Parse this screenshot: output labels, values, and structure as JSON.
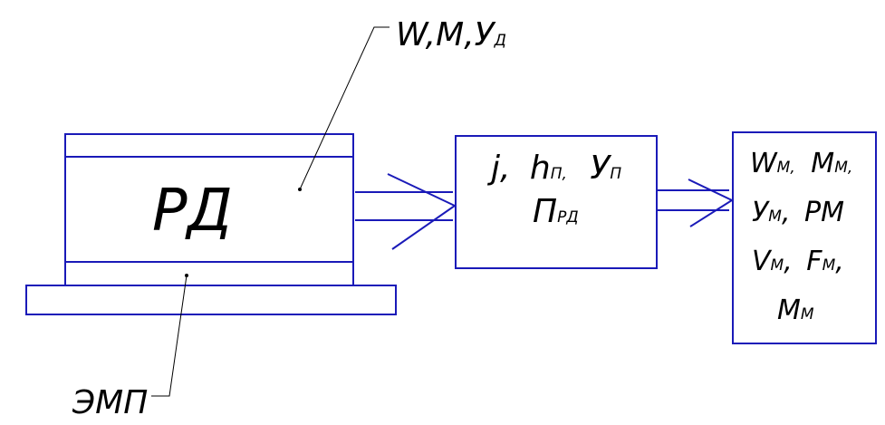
{
  "diagram": {
    "rd_block": {
      "label": "РД"
    },
    "rd_callout": {
      "w": "W",
      "m": "M",
      "u": "У",
      "u_sub": "Д",
      "comma": ","
    },
    "emp_callout": {
      "label": "ЭМП"
    },
    "middle_block": {
      "j": "j,",
      "h": "h",
      "h_sub": "П",
      "u": "У",
      "u_sub": "П",
      "p": "П",
      "p_sub": "РД",
      "comma": ","
    },
    "output_block": {
      "w": "W",
      "w_sub": "М",
      "m1": "M",
      "m1_sub": "М",
      "u": "У",
      "u_sub": "М",
      "pm": "PM",
      "v": "V",
      "v_sub": "М",
      "f": "F",
      "f_sub": "М",
      "m2": "M",
      "m2_sub": "М",
      "comma": ","
    }
  },
  "colors": {
    "line": "#1a1ab8",
    "text": "#000000",
    "background": "#ffffff"
  }
}
